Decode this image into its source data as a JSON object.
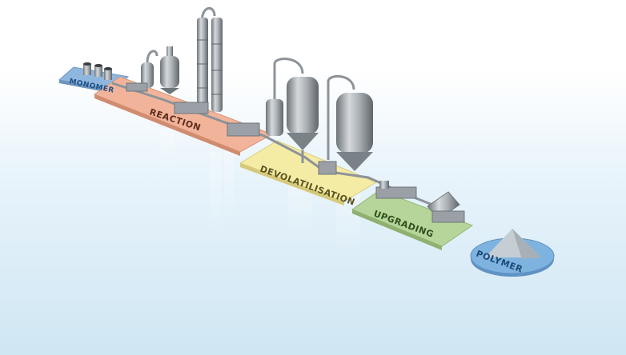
{
  "stages": {
    "monomer": {
      "label": "MONOMER",
      "color": "#8fb7de"
    },
    "reaction": {
      "label": "REACTION",
      "color": "#f1b49b"
    },
    "devolatilisation": {
      "label": "DEVOLATILISATION",
      "color": "#f4eba5"
    },
    "upgrading": {
      "label": "UPGRADING",
      "color": "#b6d59a"
    },
    "polymer": {
      "label": "POLYMER",
      "color": "#7fb3df"
    }
  },
  "colors": {
    "steel": "#a8aeb3",
    "steel_dark": "#6f767b",
    "pipe": "#8d9398"
  }
}
